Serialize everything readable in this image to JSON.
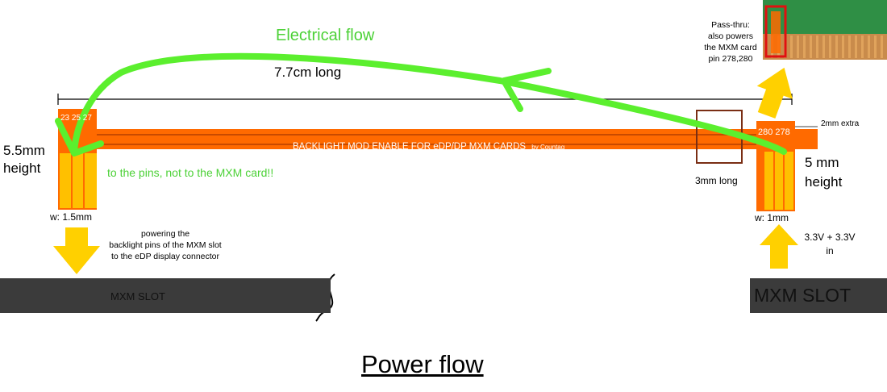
{
  "labels": {
    "electrical_flow": "Electrical flow",
    "length": "7.7cm long",
    "left_height": "5.5mm\nheight",
    "right_height": "5 mm\nheight",
    "to_pins": "to the pins, not to the MXM card!!",
    "flex_title": "BACKLIGHT MOD ENABLE FOR eDP/DP MXM CARDS",
    "flex_by": "by Countag",
    "left_pins": "23 25 27",
    "right_pins": "280 278",
    "w_left": "w: 1.5mm",
    "w_right": "w: 1mm",
    "three_mm": "3mm long",
    "two_mm": "2mm extra",
    "powering": "powering the\nbacklight pins of the MXM slot\nto the eDP display connector",
    "passthru": "Pass-thru:\nalso powers\nthe MXM card\npin 278,280",
    "voltage": "3.3V + 3.3V\nin",
    "mxm_left": "MXM SLOT",
    "mxm_right": "MXM SLOT",
    "power_flow": "Power flow"
  },
  "colors": {
    "flex_orange": "#ff6a00",
    "pad_gold": "#ffc000",
    "arrow_yellow": "#ffd000",
    "flow_green": "#5bef2e",
    "slot_gray": "#3b3b3b",
    "box_brown": "#7a2e14",
    "pcb_green": "#2f8f45"
  },
  "icons": {
    "electrical_flow_arrow": "curved-arrow-icon",
    "power_arrows": "block-arrow-icon"
  }
}
